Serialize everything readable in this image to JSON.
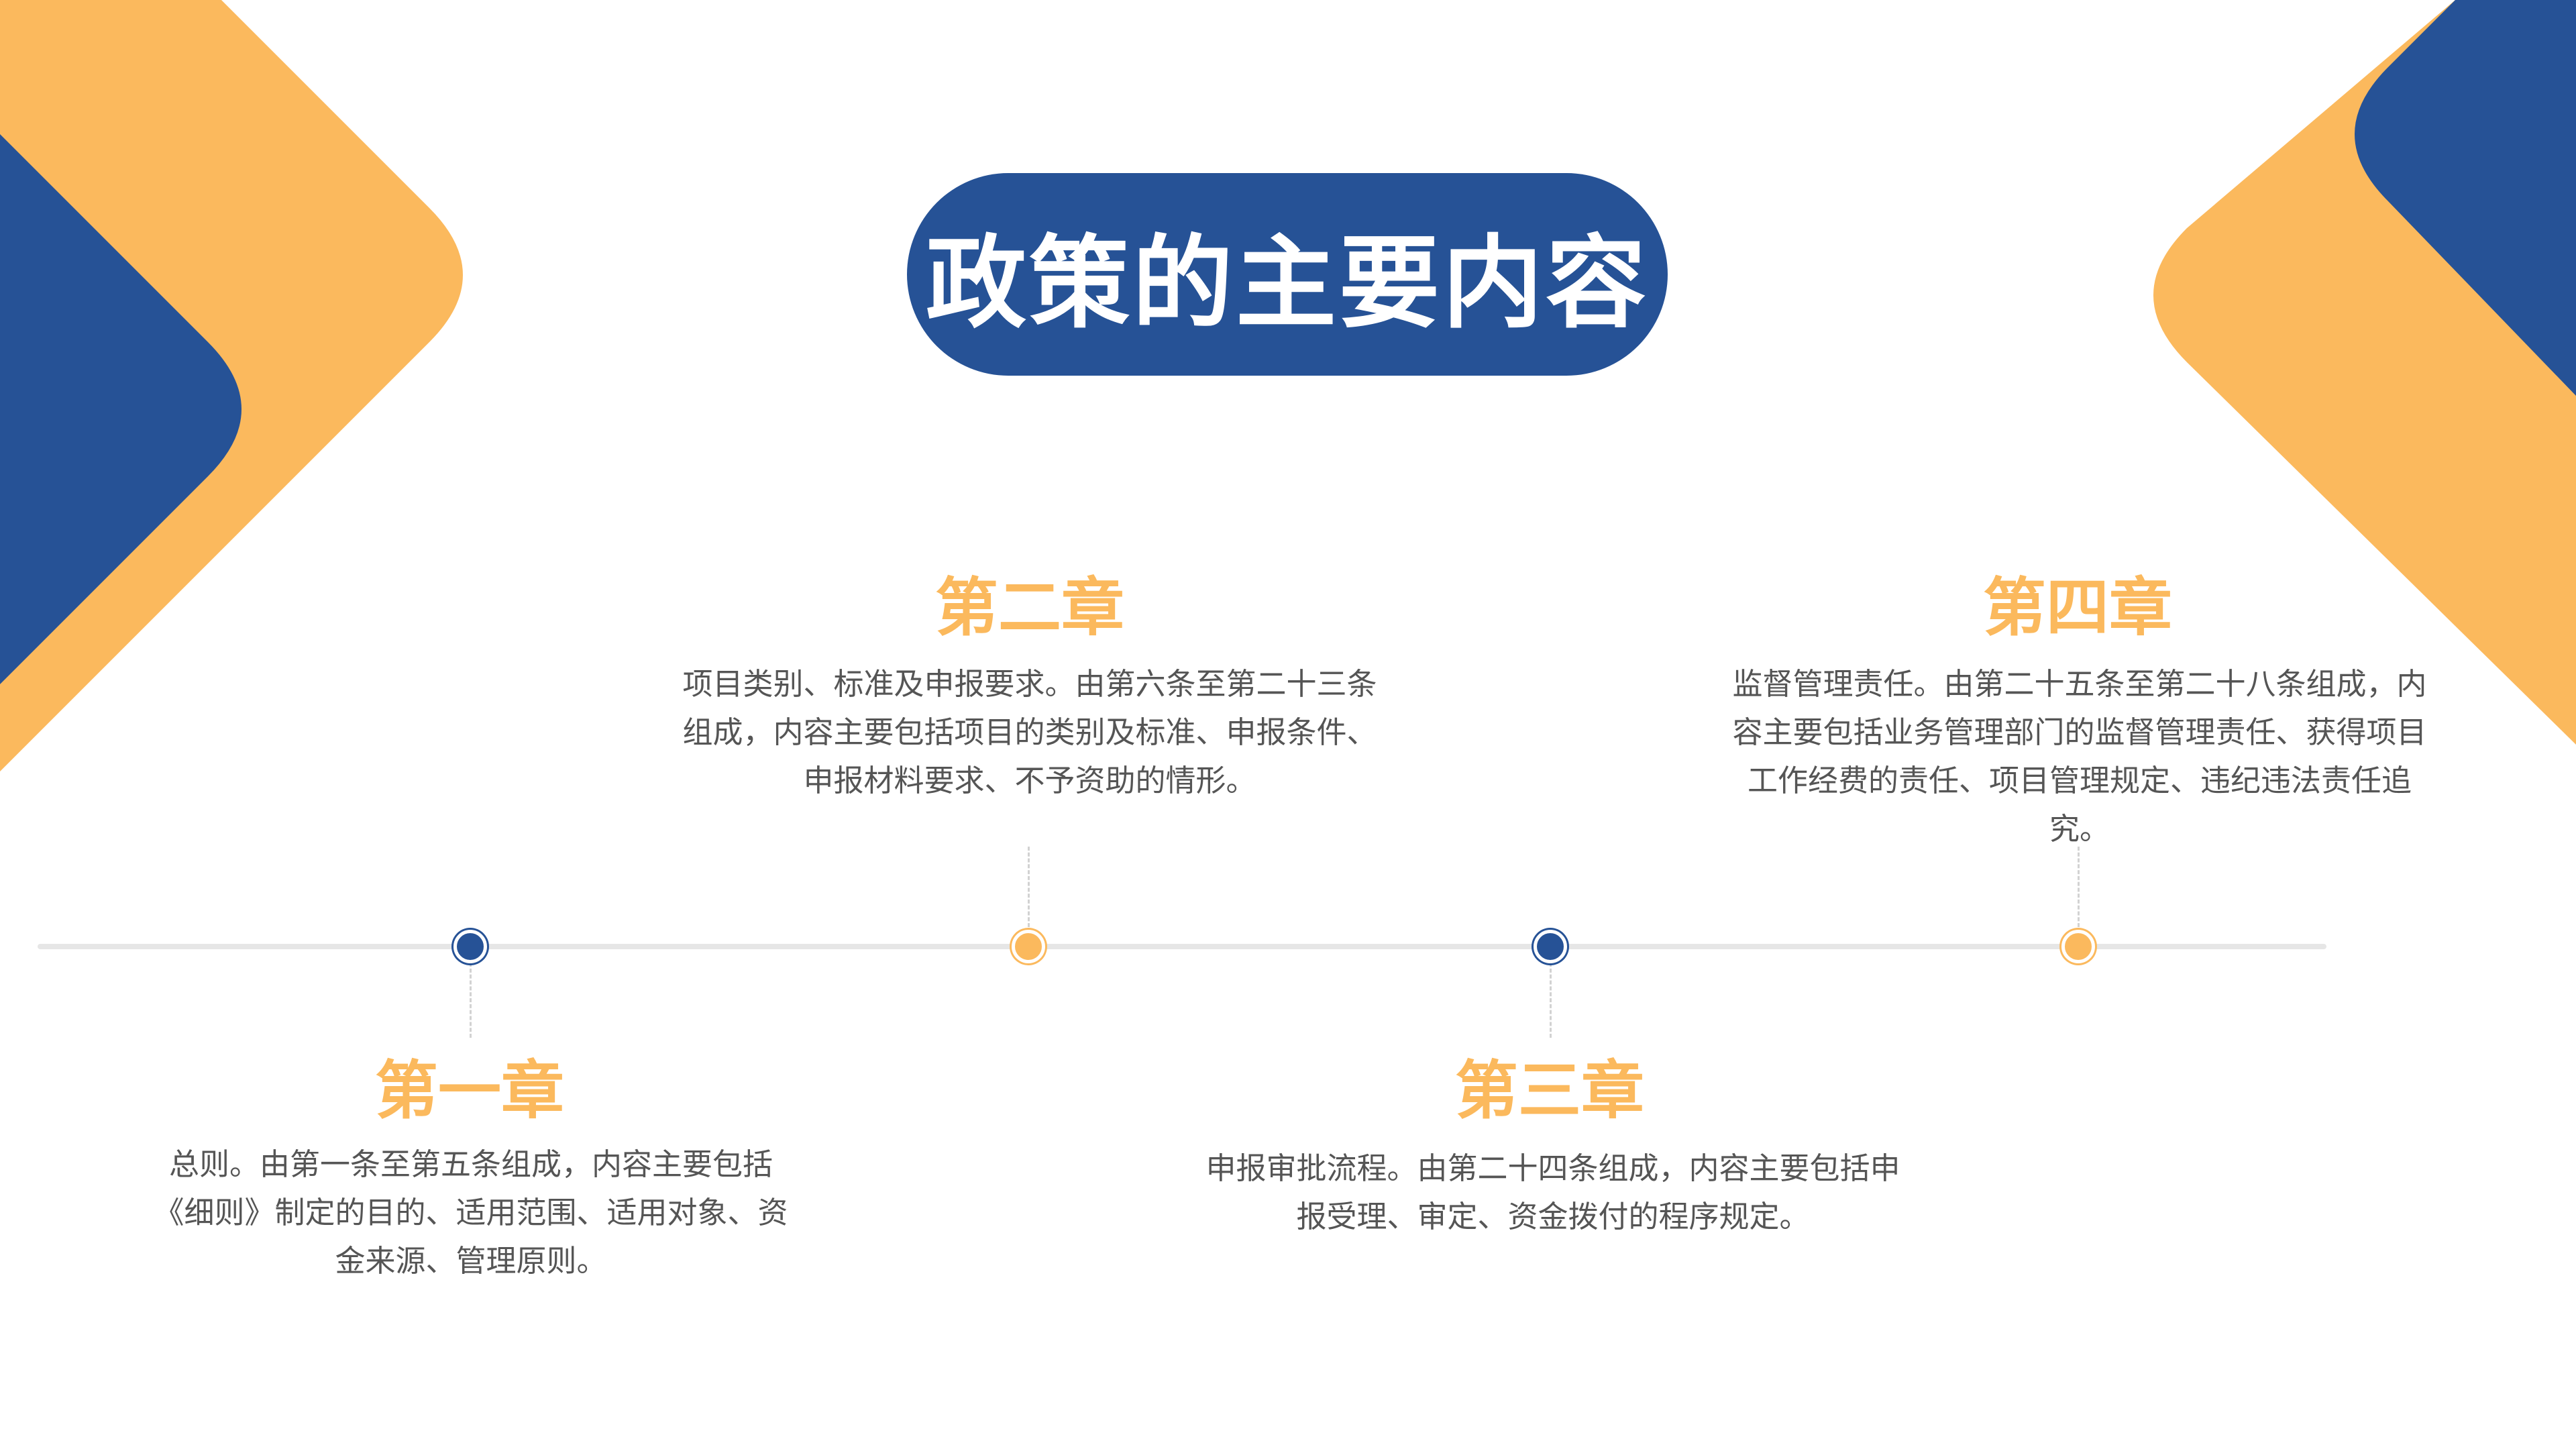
{
  "title": "政策的主要内容",
  "colors": {
    "blue": "#265296",
    "orange": "#fbb95d",
    "text": "#555555",
    "line": "#e6e6e6"
  },
  "chapters": [
    {
      "title": "第一章",
      "desc": "总则。由第一条至第五条组成，内容主要包括《细则》制定的目的、适用范围、适用对象、资金来源、管理原则。"
    },
    {
      "title": "第二章",
      "desc": "项目类别、标准及申报要求。由第六条至第二十三条组成，内容主要包括项目的类别及标准、申报条件、申报材料要求、不予资助的情形。"
    },
    {
      "title": "第三章",
      "desc": "申报审批流程。由第二十四条组成，内容主要包括申报受理、审定、资金拨付的程序规定。"
    },
    {
      "title": "第四章",
      "desc": "监督管理责任。由第二十五条至第二十八条组成，内容主要包括业务管理部门的监督管理责任、获得项目工作经费的责任、项目管理规定、违纪违法责任追究。"
    }
  ]
}
